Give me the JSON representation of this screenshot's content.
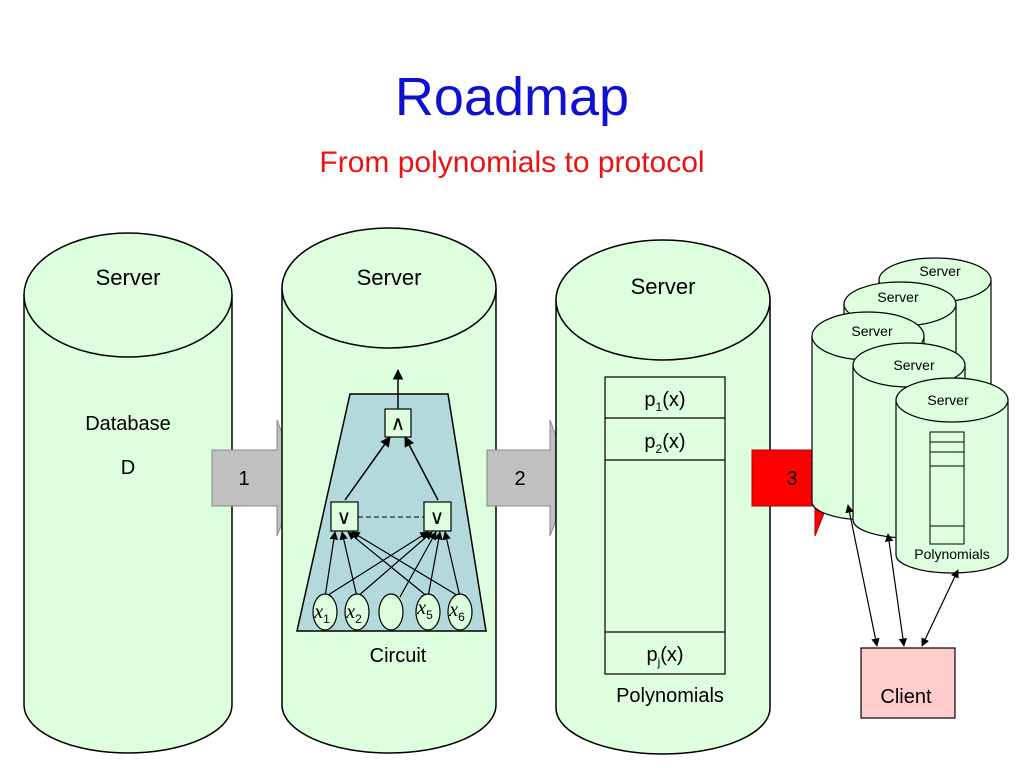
{
  "slide": {
    "title": "Roadmap",
    "subtitle": "From polynomials to protocol"
  },
  "colors": {
    "title": "#1010d0",
    "subtitle": "#ee1111",
    "cylinder_fill": "#ddffdd",
    "circuit_fill": "#b3d9dd",
    "arrow_gray": "#c0c0c0",
    "arrow_red": "#ff0000",
    "client_fill": "#ffcccc"
  },
  "stage1": {
    "server_label": "Server",
    "db_line1": "Database",
    "db_line2": "D"
  },
  "arrows": {
    "a1": "1",
    "a2": "2",
    "a3": "3"
  },
  "stage2": {
    "server_label": "Server",
    "caption": "Circuit",
    "and_gate": "∧",
    "or_gate": "∨",
    "inputs": [
      {
        "var": "x",
        "sub": "1"
      },
      {
        "var": "x",
        "sub": "2"
      },
      {
        "var": "",
        "sub": ""
      },
      {
        "var": "x",
        "sub": "5"
      },
      {
        "var": "x",
        "sub": "6"
      }
    ]
  },
  "stage3": {
    "server_label": "Server",
    "caption": "Polynomials",
    "rows": [
      {
        "base": "p",
        "sub": "1",
        "rest": "(x)"
      },
      {
        "base": "p",
        "sub": "2",
        "rest": "(x)"
      },
      {
        "base": "p",
        "sub": "j",
        "rest": "(x)"
      }
    ]
  },
  "stage4": {
    "servers": [
      "Server",
      "Server",
      "Server",
      "Server",
      "Server"
    ],
    "polynomials_caption": "Polynomials",
    "client_label": "Client"
  }
}
